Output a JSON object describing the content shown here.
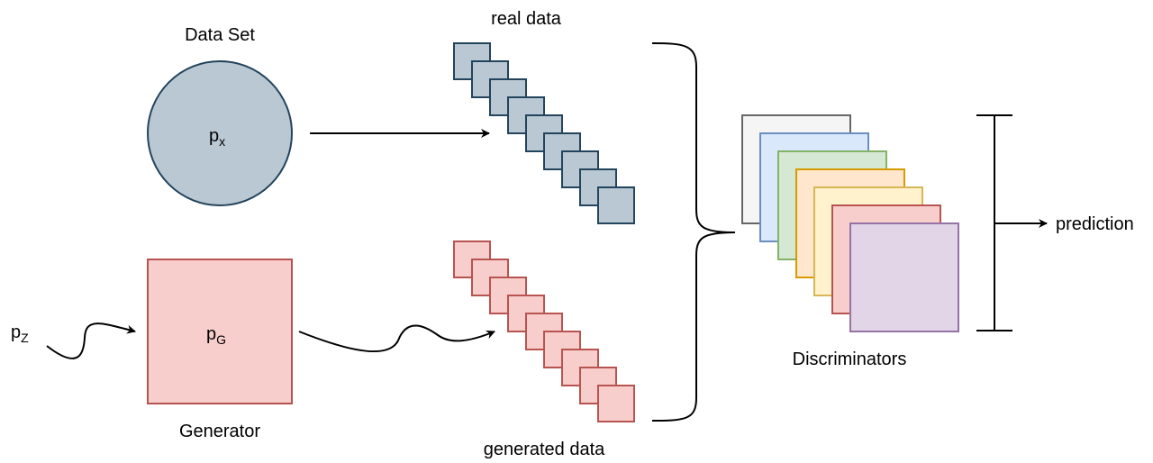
{
  "labels": {
    "dataset": "Data Set",
    "real_data": "real data",
    "generator": "Generator",
    "generated_data": "generated data",
    "discriminators": "Discriminators",
    "prediction": "prediction"
  },
  "symbols": {
    "px_base": "p",
    "px_sub": "x",
    "pg_base": "p",
    "pg_sub": "G",
    "pz_base": "p",
    "pz_sub": "Z"
  },
  "colors": {
    "dataset_fill": "#bac8d3",
    "dataset_stroke": "#23445d",
    "generator_fill": "#f8cecc",
    "generator_stroke": "#b85450",
    "line": "#000000",
    "discriminator_fills": [
      "#f5f5f5",
      "#dae8fc",
      "#d5e8d4",
      "#ffe6cc",
      "#fff2cc",
      "#f8cecc",
      "#e1d5e7"
    ],
    "discriminator_strokes": [
      "#666666",
      "#6c8ebf",
      "#82b366",
      "#d79b00",
      "#d6b656",
      "#b85450",
      "#9673a6"
    ]
  }
}
